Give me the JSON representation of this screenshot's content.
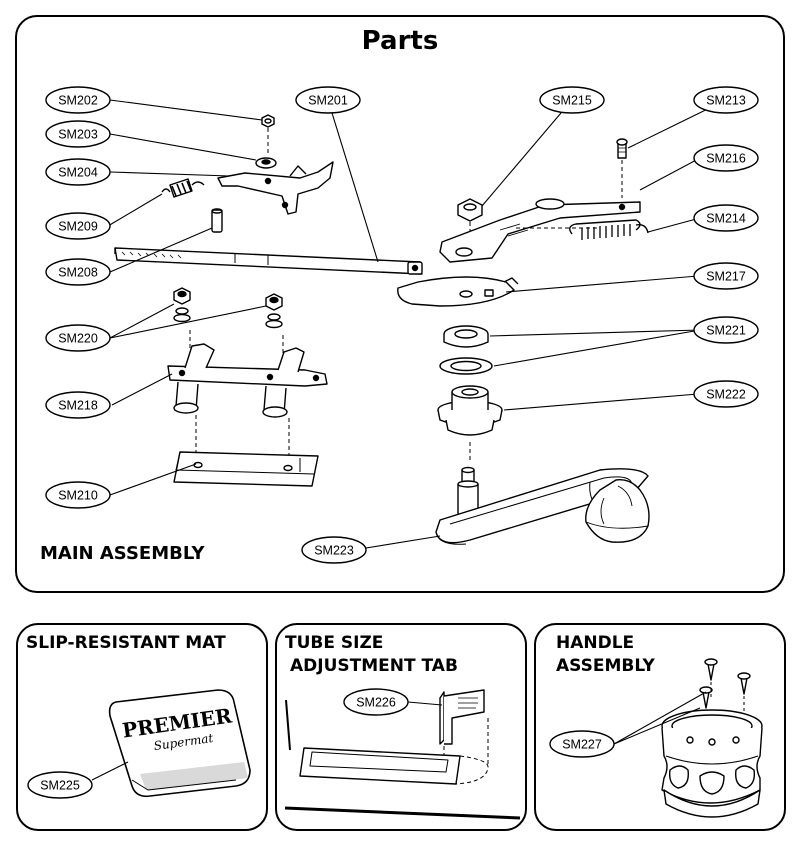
{
  "title": "Parts",
  "main_assembly_label": "MAIN ASSEMBLY",
  "callouts": [
    {
      "id": "SM202"
    },
    {
      "id": "SM201"
    },
    {
      "id": "SM215"
    },
    {
      "id": "SM213"
    },
    {
      "id": "SM203"
    },
    {
      "id": "SM216"
    },
    {
      "id": "SM204"
    },
    {
      "id": "SM209"
    },
    {
      "id": "SM214"
    },
    {
      "id": "SM208"
    },
    {
      "id": "SM217"
    },
    {
      "id": "SM220"
    },
    {
      "id": "SM221"
    },
    {
      "id": "SM218"
    },
    {
      "id": "SM222"
    },
    {
      "id": "SM210"
    },
    {
      "id": "SM223"
    },
    {
      "id": "SM225"
    },
    {
      "id": "SM226"
    },
    {
      "id": "SM227"
    }
  ],
  "panels": {
    "mat": {
      "title": "SLIP-RESISTANT MAT",
      "brand_text": "PREMIER",
      "brand_subtext": "Supermat"
    },
    "tube": {
      "title_line1": "TUBE SIZE",
      "title_line2": "ADJUSTMENT TAB"
    },
    "handle": {
      "title_line1": "HANDLE",
      "title_line2": "ASSEMBLY"
    }
  }
}
